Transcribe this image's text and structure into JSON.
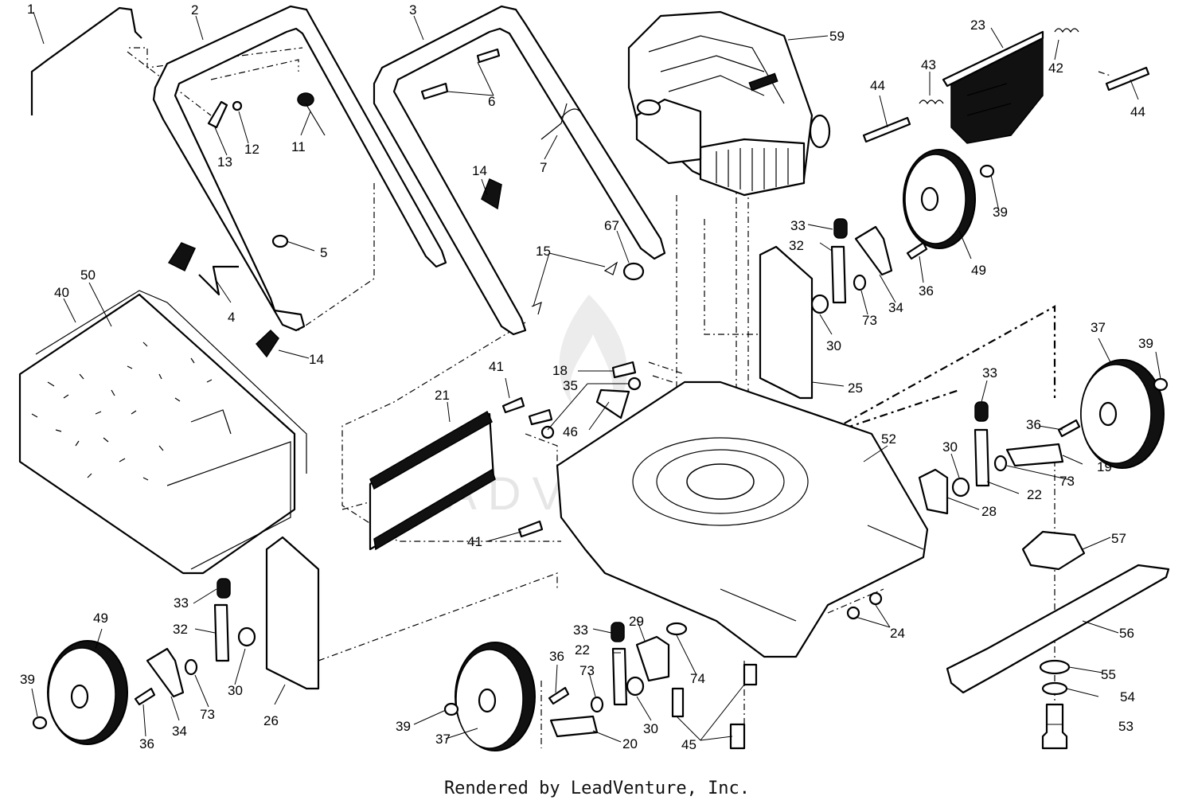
{
  "footer": {
    "credit": "Rendered by LeadVenture, Inc."
  },
  "watermark": {
    "text": "ADVENTURE"
  },
  "callouts": [
    {
      "id": "c1",
      "label": "1"
    },
    {
      "id": "c2",
      "label": "2"
    },
    {
      "id": "c3",
      "label": "3"
    },
    {
      "id": "c4",
      "label": "4"
    },
    {
      "id": "c5",
      "label": "5"
    },
    {
      "id": "c6",
      "label": "6"
    },
    {
      "id": "c7",
      "label": "7"
    },
    {
      "id": "c11",
      "label": "11"
    },
    {
      "id": "c12",
      "label": "12"
    },
    {
      "id": "c13",
      "label": "13"
    },
    {
      "id": "c14a",
      "label": "14"
    },
    {
      "id": "c14b",
      "label": "14"
    },
    {
      "id": "c15",
      "label": "15"
    },
    {
      "id": "c18",
      "label": "18"
    },
    {
      "id": "c19",
      "label": "19"
    },
    {
      "id": "c20",
      "label": "20"
    },
    {
      "id": "c21",
      "label": "21"
    },
    {
      "id": "c22a",
      "label": "22"
    },
    {
      "id": "c22b",
      "label": "22"
    },
    {
      "id": "c23",
      "label": "23"
    },
    {
      "id": "c24",
      "label": "24"
    },
    {
      "id": "c25",
      "label": "25"
    },
    {
      "id": "c26",
      "label": "26"
    },
    {
      "id": "c28",
      "label": "28"
    },
    {
      "id": "c29",
      "label": "29"
    },
    {
      "id": "c30a",
      "label": "30"
    },
    {
      "id": "c30b",
      "label": "30"
    },
    {
      "id": "c30c",
      "label": "30"
    },
    {
      "id": "c30d",
      "label": "30"
    },
    {
      "id": "c32a",
      "label": "32"
    },
    {
      "id": "c32b",
      "label": "32"
    },
    {
      "id": "c33a",
      "label": "33"
    },
    {
      "id": "c33b",
      "label": "33"
    },
    {
      "id": "c33c",
      "label": "33"
    },
    {
      "id": "c33d",
      "label": "33"
    },
    {
      "id": "c34a",
      "label": "34"
    },
    {
      "id": "c34b",
      "label": "34"
    },
    {
      "id": "c35",
      "label": "35"
    },
    {
      "id": "c36a",
      "label": "36"
    },
    {
      "id": "c36b",
      "label": "36"
    },
    {
      "id": "c36c",
      "label": "36"
    },
    {
      "id": "c36d",
      "label": "36"
    },
    {
      "id": "c37a",
      "label": "37"
    },
    {
      "id": "c37b",
      "label": "37"
    },
    {
      "id": "c39a",
      "label": "39"
    },
    {
      "id": "c39b",
      "label": "39"
    },
    {
      "id": "c39c",
      "label": "39"
    },
    {
      "id": "c39d",
      "label": "39"
    },
    {
      "id": "c40",
      "label": "40"
    },
    {
      "id": "c41a",
      "label": "41"
    },
    {
      "id": "c41b",
      "label": "41"
    },
    {
      "id": "c42",
      "label": "42"
    },
    {
      "id": "c43",
      "label": "43"
    },
    {
      "id": "c44a",
      "label": "44"
    },
    {
      "id": "c44b",
      "label": "44"
    },
    {
      "id": "c45",
      "label": "45"
    },
    {
      "id": "c46",
      "label": "46"
    },
    {
      "id": "c49a",
      "label": "49"
    },
    {
      "id": "c49b",
      "label": "49"
    },
    {
      "id": "c50",
      "label": "50"
    },
    {
      "id": "c52",
      "label": "52"
    },
    {
      "id": "c53",
      "label": "53"
    },
    {
      "id": "c54",
      "label": "54"
    },
    {
      "id": "c55",
      "label": "55"
    },
    {
      "id": "c56",
      "label": "56"
    },
    {
      "id": "c57",
      "label": "57"
    },
    {
      "id": "c59",
      "label": "59"
    },
    {
      "id": "c67",
      "label": "67"
    },
    {
      "id": "c73a",
      "label": "73"
    },
    {
      "id": "c73b",
      "label": "73"
    },
    {
      "id": "c73c",
      "label": "73"
    },
    {
      "id": "c73d",
      "label": "73"
    },
    {
      "id": "c74",
      "label": "74"
    }
  ]
}
